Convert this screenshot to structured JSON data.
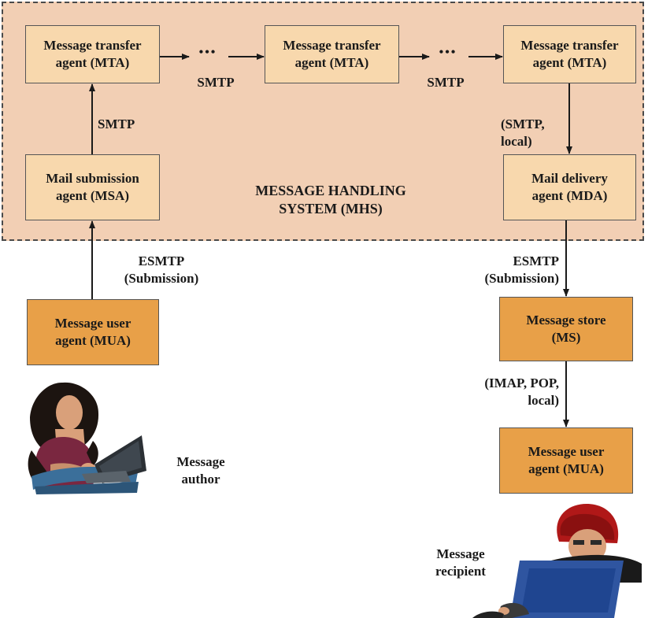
{
  "region": {
    "title": "MESSAGE HANDLING\nSYSTEM (MHS)"
  },
  "boxes": {
    "mta1": "Message transfer\nagent (MTA)",
    "mta2": "Message transfer\nagent (MTA)",
    "mta3": "Message transfer\nagent (MTA)",
    "msa": "Mail submission\nagent (MSA)",
    "mda": "Mail delivery\nagent (MDA)",
    "mua_author": "Message user\nagent (MUA)",
    "ms": "Message store\n(MS)",
    "mua_recipient": "Message user\nagent (MUA)"
  },
  "labels": {
    "smtp_1": "SMTP",
    "smtp_2": "SMTP",
    "smtp_msa": "SMTP",
    "smtp_local": "(SMTP,\nlocal)",
    "esmtp_left": "ESMTP\n(Submission)",
    "esmtp_right": "ESMTP\n(Submission)",
    "imap_pop": "(IMAP, POP,\nlocal)",
    "ellipsis_1": "•••",
    "ellipsis_2": "•••"
  },
  "people": {
    "author": "Message\nauthor",
    "recipient": "Message\nrecipient"
  },
  "colors": {
    "mhs_region": "#f2cfb4",
    "box_light": "#f8d8ad",
    "box_dark": "#e8a048"
  }
}
